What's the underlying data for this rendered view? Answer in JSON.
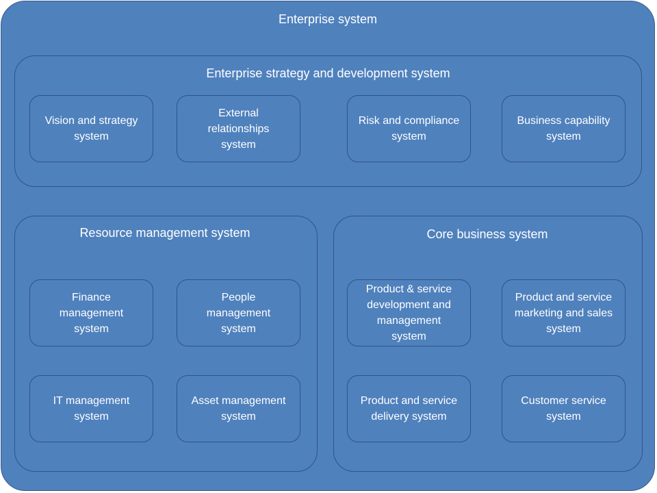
{
  "enterprise": {
    "title": "Enterprise system"
  },
  "strategy": {
    "title": "Enterprise strategy and development system",
    "boxes": [
      "Vision and strategy system",
      "External relationships system",
      "Risk and compliance system",
      "Business capability system"
    ]
  },
  "resource": {
    "title": "Resource management system",
    "boxes": [
      "Finance management system",
      "People management system",
      "IT management system",
      "Asset management system"
    ]
  },
  "core": {
    "title": "Core business system",
    "boxes": [
      "Product & service development and management system",
      "Product and service marketing and sales system",
      "Product and service delivery system",
      "Customer service system"
    ]
  }
}
